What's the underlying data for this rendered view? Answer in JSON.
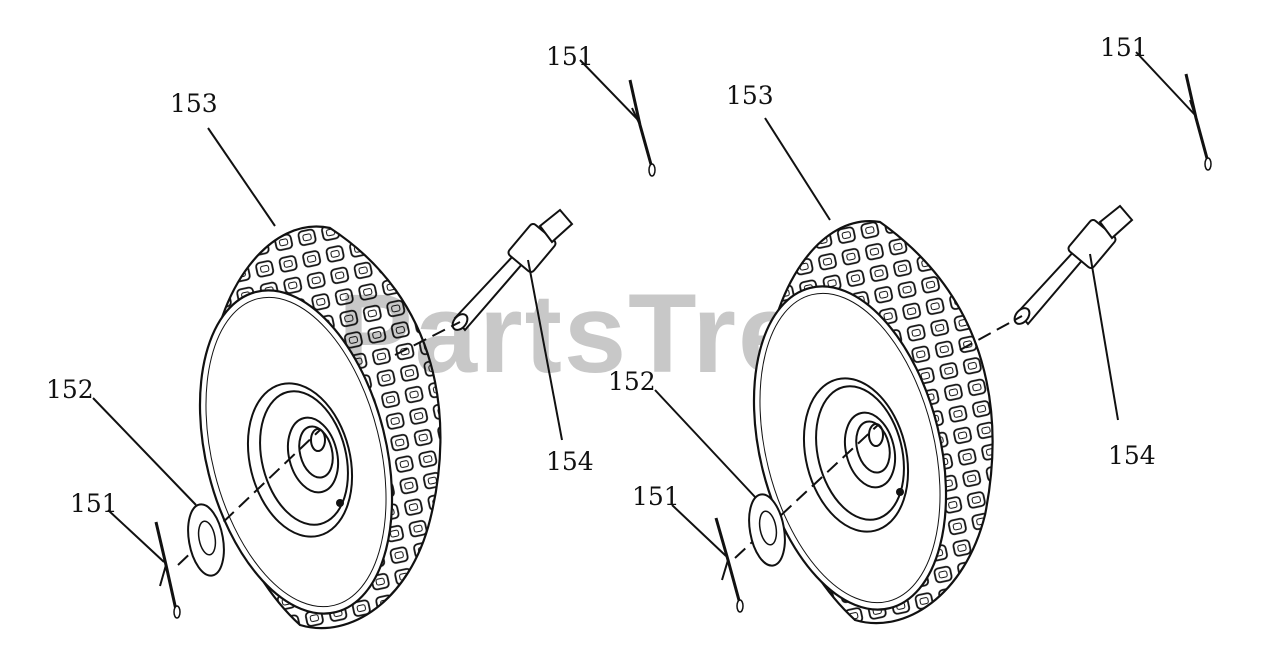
{
  "watermark": "PartsTree",
  "assemblies": [
    {
      "labels": {
        "tire": "153",
        "axle": "154",
        "washer": "152",
        "pin_top": "151",
        "pin_bottom": "151"
      }
    },
    {
      "labels": {
        "tire": "153",
        "axle": "154",
        "washer": "152",
        "pin_top": "151",
        "pin_bottom": "151"
      }
    }
  ]
}
